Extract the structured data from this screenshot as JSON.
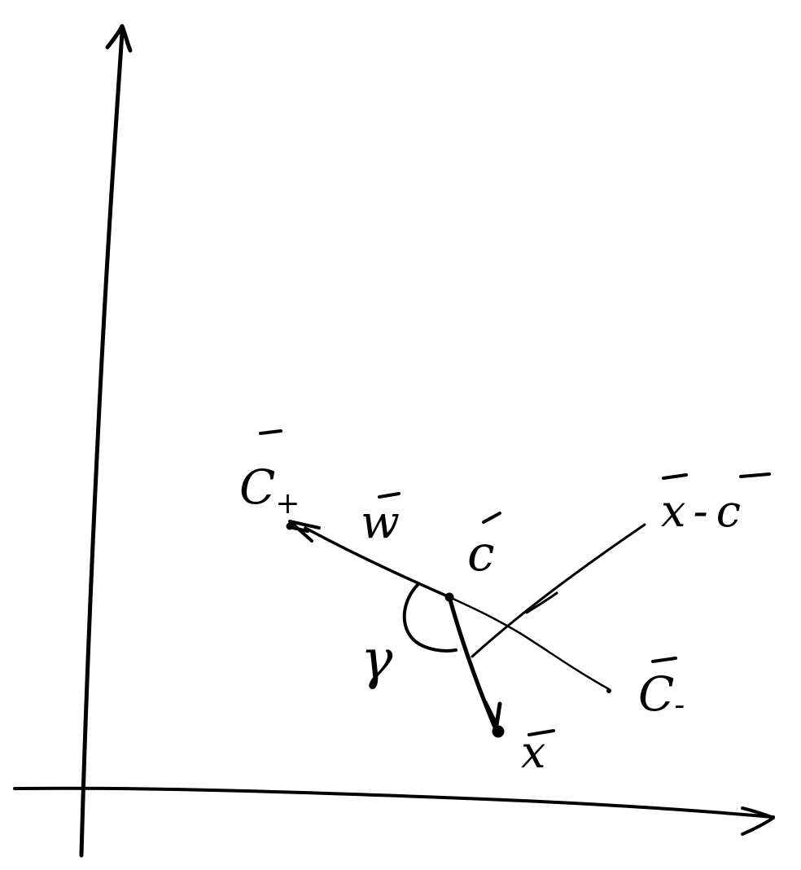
{
  "labels": {
    "c_plus": {
      "base": "C",
      "sub": "+"
    },
    "w": {
      "base": "w"
    },
    "c": {
      "base": "c"
    },
    "x_minus_c": {
      "left": "x",
      "op": "-",
      "right": "c"
    },
    "c_minus": {
      "base": "C",
      "sub": "-"
    },
    "x": {
      "base": "x"
    },
    "gamma": {
      "text": "γ"
    }
  },
  "style": {
    "ink": "#000000",
    "background": "#ffffff"
  }
}
